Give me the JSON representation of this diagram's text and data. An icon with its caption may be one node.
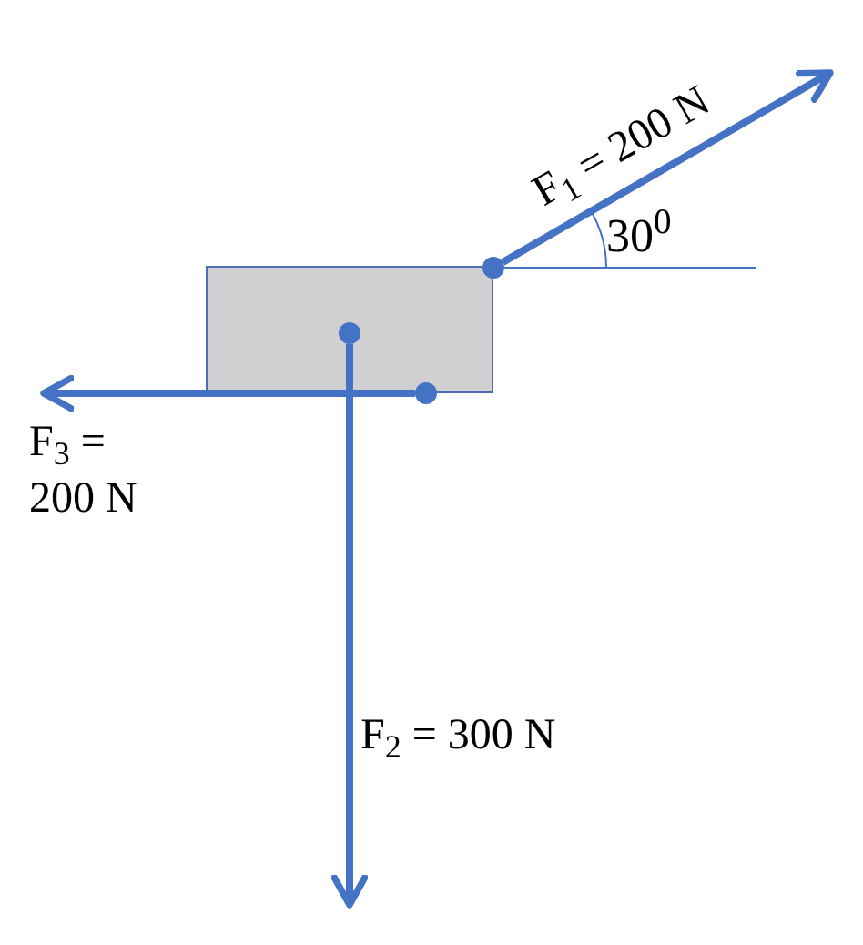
{
  "diagram": {
    "nodes": [
      {
        "text": [],
        "shape": "box"
      },
      {
        "text": [],
        "shape": "circle"
      },
      {
        "text": [],
        "shape": "circle",
        "in": 0
      },
      {
        "text": [],
        "shape": "circle"
      }
    ],
    "edges": [
      {
        "from": 1,
        "to": null,
        "arrow": "to",
        "label": "F$_{1}$ = 200 N"
      },
      {
        "from": 2,
        "to": null,
        "arrow": "to",
        "label": "F$_{2}$ = 300 N"
      },
      {
        "from": 3,
        "to": null,
        "arrow": "to",
        "label": "F$_{3}$ = 200 N"
      }
    ],
    "labels": [
      "30$^{0}$"
    ]
  }
}
